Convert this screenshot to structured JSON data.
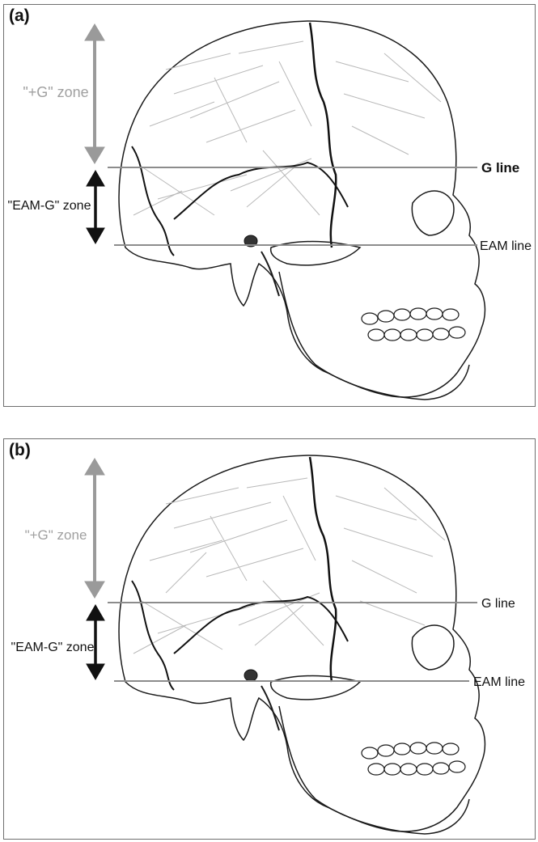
{
  "figure": {
    "panels": [
      {
        "id": "a",
        "label": "(a)",
        "zone_top_label": "\"+G\" zone",
        "zone_bottom_label": "\"EAM-G\" zone",
        "line_upper_label": "G line",
        "line_lower_label": "EAM line"
      },
      {
        "id": "b",
        "label": "(b)",
        "zone_top_label": "\"+G\" zone",
        "zone_bottom_label": "\"EAM-G\" zone",
        "line_upper_label": "G line",
        "line_lower_label": "EAM line"
      }
    ]
  },
  "colors": {
    "gray_arrow": "#9a9a9a",
    "black_arrow": "#111111",
    "reference_line": "#8c8c8c",
    "skull_outline": "#1a1a1a",
    "suture": "#111111",
    "hatch": "#b9b9b9"
  }
}
